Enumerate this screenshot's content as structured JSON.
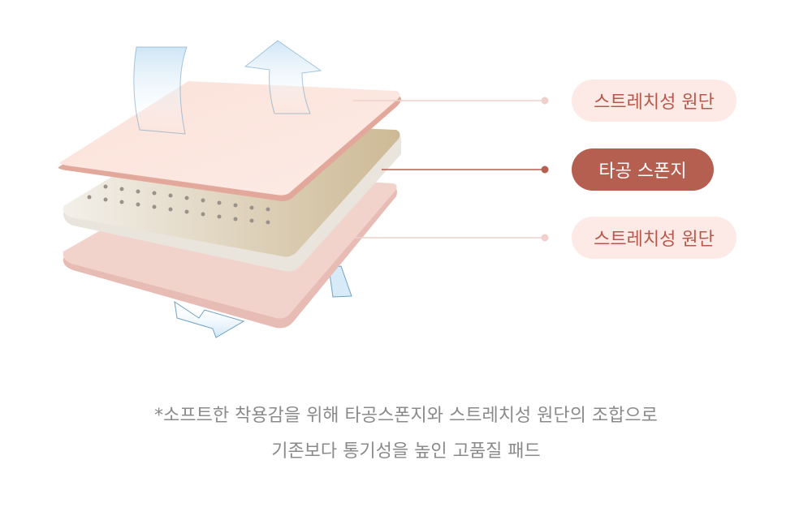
{
  "labels": [
    {
      "text": "스트레치성 원단",
      "style": "light"
    },
    {
      "text": "타공 스폰지",
      "style": "dark"
    },
    {
      "text": "스트레치성 원단",
      "style": "light"
    }
  ],
  "caption": {
    "line1": "*소프트한 착용감을 위해 타공스폰지와 스트레치성 원단의 조합으로",
    "line2": "기존보다 통기성을 높인 고품질 패드"
  },
  "colors": {
    "accent": "#b55f50",
    "light_pill": "#fdeae6",
    "light_text": "#b5584a",
    "caption": "#8a8a8a"
  }
}
